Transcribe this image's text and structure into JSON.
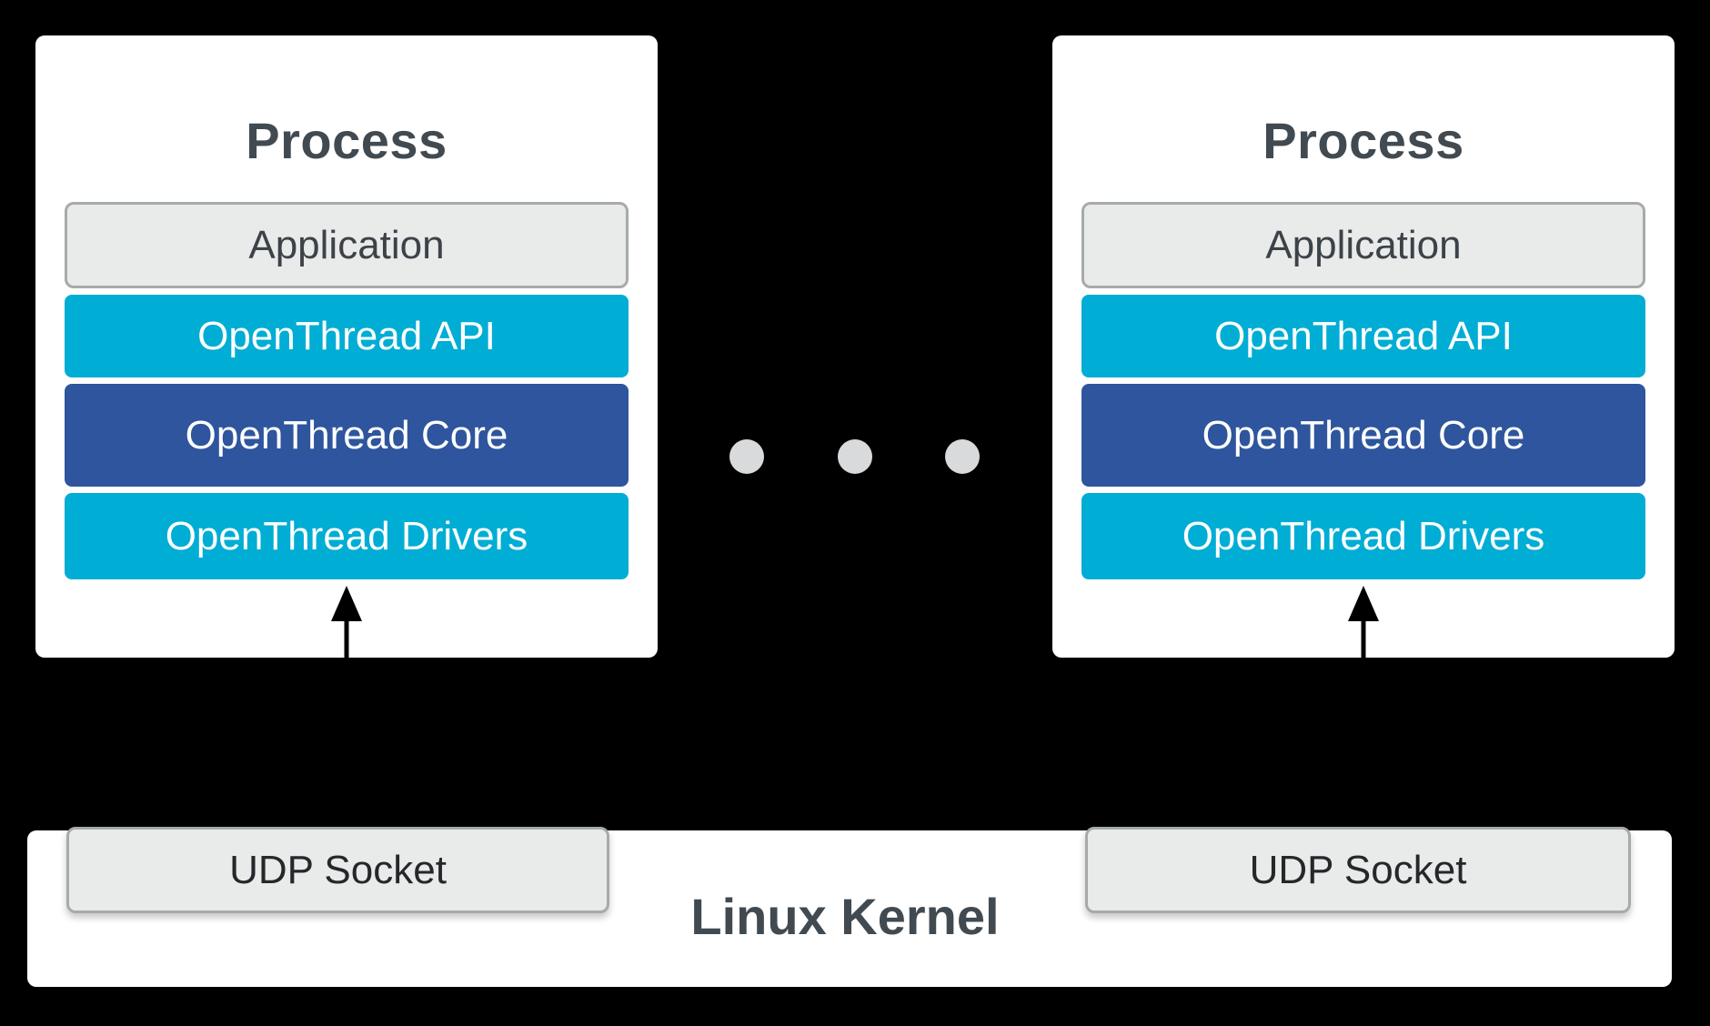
{
  "diagram": {
    "background_color": "#000000",
    "accent_cyan": "#00add4",
    "accent_blue": "#2e559d",
    "box_gray": "#e9eaea",
    "heading_color": "#424a51"
  },
  "processes": [
    {
      "title": "Process",
      "layers": [
        {
          "label": "Application"
        },
        {
          "label": "OpenThread API"
        },
        {
          "label": "OpenThread Core"
        },
        {
          "label": "OpenThread Drivers"
        }
      ]
    },
    {
      "title": "Process",
      "layers": [
        {
          "label": "Application"
        },
        {
          "label": "OpenThread API"
        },
        {
          "label": "OpenThread Core"
        },
        {
          "label": "OpenThread Drivers"
        }
      ]
    }
  ],
  "kernel": {
    "label": "Linux Kernel",
    "sockets": [
      {
        "label": "UDP Socket"
      },
      {
        "label": "UDP Socket"
      }
    ]
  }
}
